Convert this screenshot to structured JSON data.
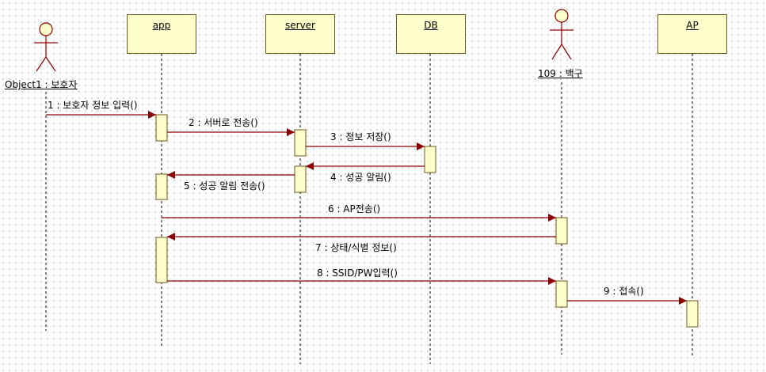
{
  "actors": [
    {
      "id": "guardian",
      "label": "Object1 : 보호자"
    },
    {
      "id": "baekgu",
      "label": "109 : 백구"
    }
  ],
  "objects": [
    {
      "id": "app",
      "label": "app"
    },
    {
      "id": "server",
      "label": "server"
    },
    {
      "id": "db",
      "label": "DB"
    },
    {
      "id": "ap",
      "label": "AP"
    }
  ],
  "messages": [
    {
      "label": "1 : 보호자 정보 입력()",
      "from": "guardian",
      "to": "app"
    },
    {
      "label": "2 : 서버로 전송()",
      "from": "app",
      "to": "server"
    },
    {
      "label": "3 : 정보 저장()",
      "from": "server",
      "to": "db"
    },
    {
      "label": "4 : 성공 알림()",
      "from": "db",
      "to": "server"
    },
    {
      "label": "5 : 성공 알림 전송()",
      "from": "server",
      "to": "app"
    },
    {
      "label": "6 : AP전송()",
      "from": "app",
      "to": "baekgu"
    },
    {
      "label": "7 : 상태/식별 정보()",
      "from": "baekgu",
      "to": "app"
    },
    {
      "label": "8 : SSID/PW입력()",
      "from": "app",
      "to": "baekgu"
    },
    {
      "label": "9 : 접속()",
      "from": "baekgu",
      "to": "ap"
    }
  ],
  "colors": {
    "box_fill": "#ffffcc",
    "box_border": "#6b5a1e",
    "message_line": "#8b0000",
    "lifeline": "#000000"
  }
}
